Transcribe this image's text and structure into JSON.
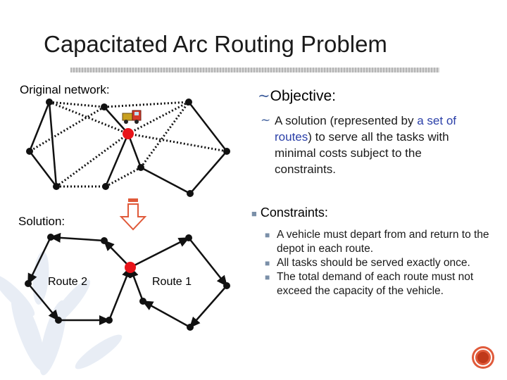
{
  "slide": {
    "title": "Capacitated Arc Routing Problem",
    "original_label": "Original network:",
    "solution_label": "Solution:",
    "route2_label": "Route 2",
    "route1_label": "Route 1",
    "objective_heading": "Objective:",
    "objective_text_1": "A solution (represented by ",
    "objective_highlight": "a set of routes",
    "objective_text_2": ") to serve all the tasks with minimal costs subject to the constraints.",
    "constraints_heading": "Constraints:",
    "constraints": [
      "A vehicle must depart from and return to the depot in each route.",
      "All tasks should be served exactly once.",
      "The total demand of each route must not exceed the capacity of the vehicle."
    ]
  },
  "colors": {
    "title_text": "#1a1a1a",
    "highlight": "#2a3fa8",
    "depot": "#e8141a",
    "node": "#111111",
    "arrow": "#e05a3a",
    "watermark": "#e6ecf5",
    "bullet": "#7a8fa8"
  },
  "icons": [
    "truck-icon",
    "down-arrow-icon",
    "nav-circle-icon",
    "swirl-bullet-icon",
    "square-bullet-icon"
  ]
}
